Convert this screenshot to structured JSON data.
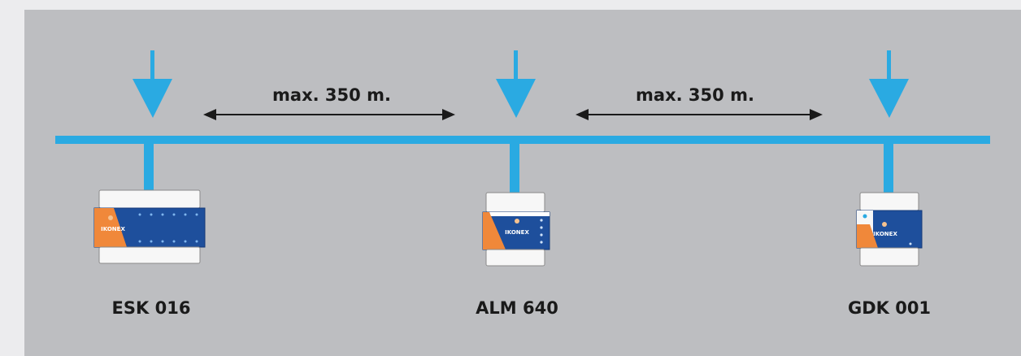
{
  "colors": {
    "background": "#ececee",
    "panel": "#bdbec1",
    "bus": "#2aaae2",
    "arrow_text": "#1a1a1a",
    "device_blue": "#1e4f9c",
    "device_orange": "#f0883a"
  },
  "distances": [
    {
      "label": "max. 350 m."
    },
    {
      "label": "max. 350 m."
    }
  ],
  "devices": [
    {
      "name": "ESK 016",
      "brand": "IKONEX"
    },
    {
      "name": "ALM 640",
      "brand": "IKONEX"
    },
    {
      "name": "GDK 001",
      "brand": "IKONEX"
    }
  ]
}
